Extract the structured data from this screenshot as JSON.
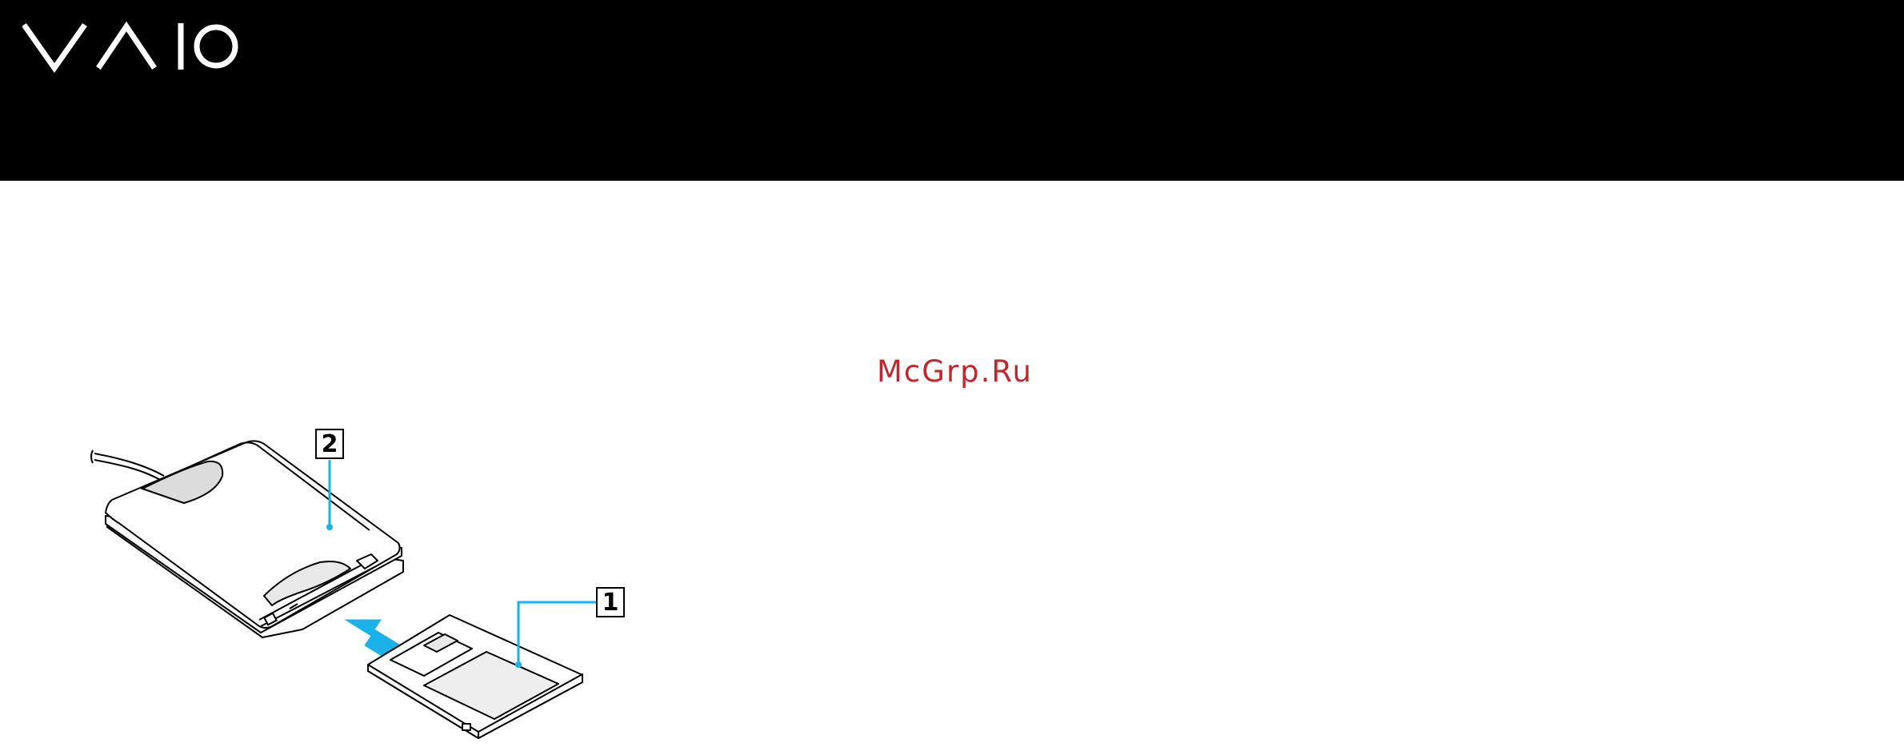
{
  "header": {
    "brand": "VAIO",
    "background_color": "#000000",
    "logo_color": "#ffffff"
  },
  "watermark": {
    "text": "McGrp.Ru",
    "color": "#c0282e"
  },
  "illustration": {
    "accent_color": "#1ab2e8",
    "callouts": [
      {
        "number": "1",
        "target": "floppy-disk"
      },
      {
        "number": "2",
        "target": "floppy-disk-drive"
      }
    ]
  }
}
